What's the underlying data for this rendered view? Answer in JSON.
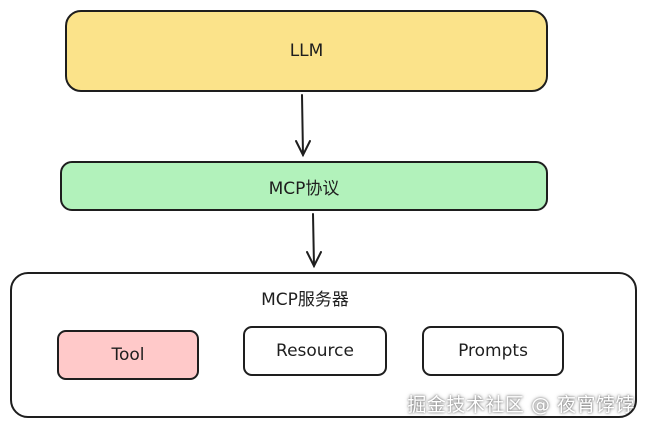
{
  "diagram": {
    "llm": "LLM",
    "mcp_protocol": "MCP协议",
    "mcp_server": "MCP服务器",
    "tool": "Tool",
    "resource": "Resource",
    "prompts": "Prompts"
  },
  "watermark": "掘金技术社区 @ 夜宵饽饽",
  "colors": {
    "llm_fill": "#fbe38a",
    "mcp_fill": "#b2f2bb",
    "tool_fill": "#ffc9c9",
    "stroke": "#1e1e1e"
  }
}
